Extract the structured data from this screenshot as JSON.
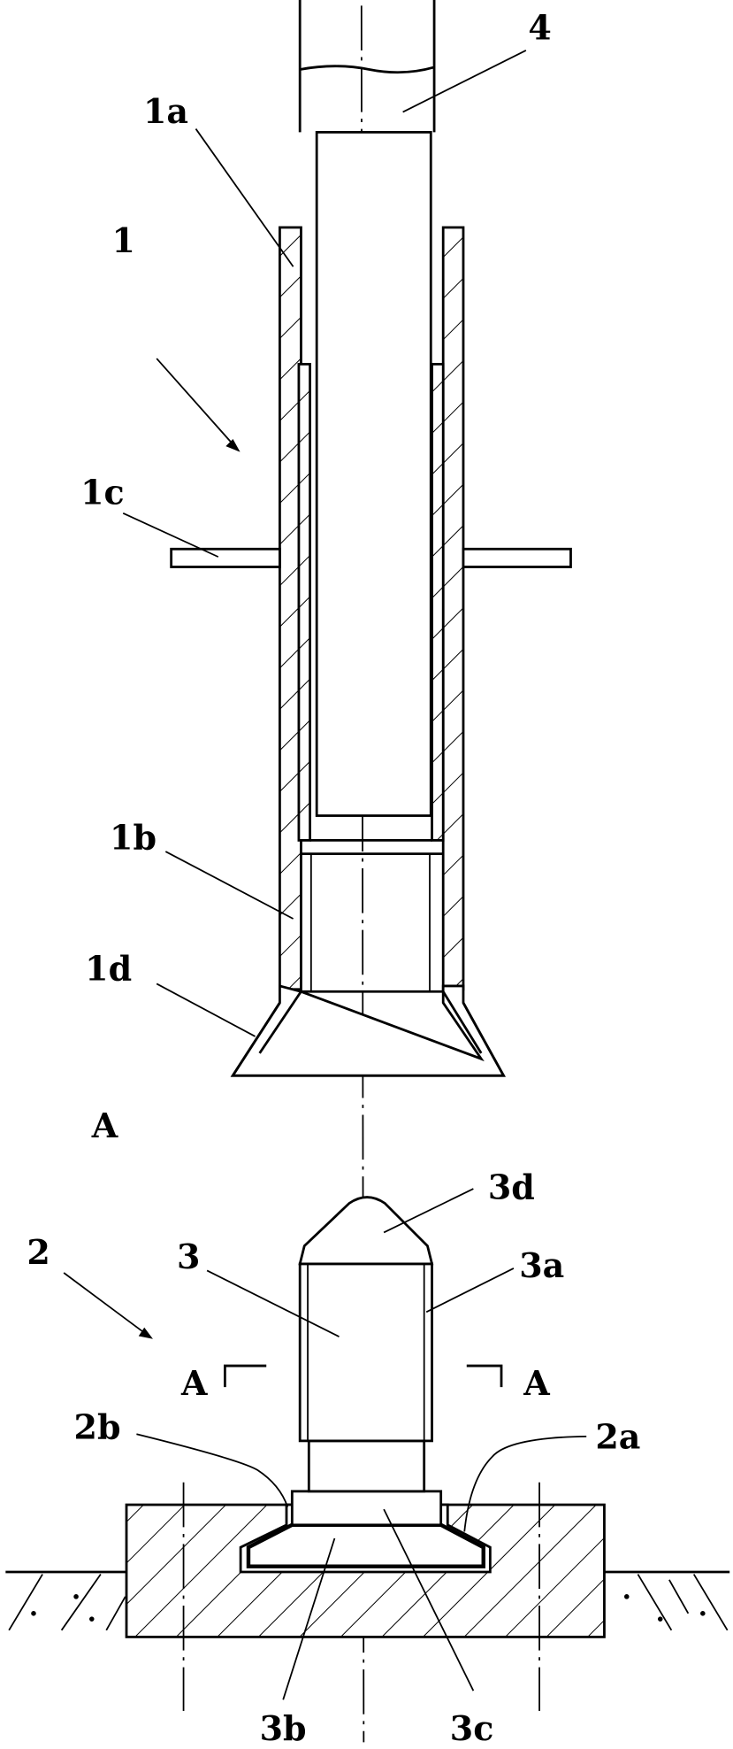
{
  "labels": {
    "rod": "4",
    "part_1a": "1a",
    "assembly_1": "1",
    "part_1c": "1c",
    "part_1b": "1b",
    "part_1d": "1d",
    "view_a_top": "A",
    "part_3d": "3d",
    "assembly_2": "2",
    "pin_3": "3",
    "part_3a": "3a",
    "section_a_left": "A",
    "section_a_right": "A",
    "part_2b": "2b",
    "part_2a": "2a",
    "part_3b": "3b",
    "part_3c": "3c"
  }
}
